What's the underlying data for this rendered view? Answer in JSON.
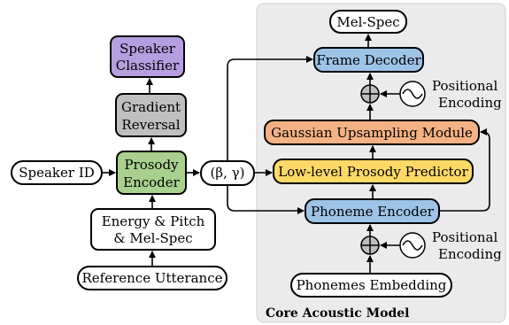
{
  "panel": {
    "label": "Core Acoustic Model"
  },
  "boxes": {
    "speaker_id": "Speaker ID",
    "prosody_encoder": [
      "Prosody",
      "Encoder"
    ],
    "gradient_reversal": [
      "Gradient",
      "Reversal"
    ],
    "speaker_classifier": [
      "Speaker",
      "Classifier"
    ],
    "energy_pitch": [
      "Energy & Pitch",
      "& Mel-Spec"
    ],
    "reference_utterance": "Reference Utterance",
    "beta_gamma": "(β, γ)",
    "mel_spec": "Mel-Spec",
    "frame_decoder": "Frame Decoder",
    "gaussian_upsampling": "Gaussian Upsampling Module",
    "low_level_prosody": "Low-level Prosody Predictor",
    "phoneme_encoder": "Phoneme Encoder",
    "phonemes_embedding": "Phonemes Embedding"
  },
  "positional_encoding": [
    "Positional",
    "Encoding"
  ],
  "colors": {
    "panel_bg": "#ebebeb",
    "prosody_green": "#a9d08e",
    "gray_box": "#bfbfbf",
    "purple_box": "#b69ee0",
    "blue_box": "#9dc3e6",
    "orange_box": "#f4b183",
    "yellow_box": "#ffd966",
    "white_box": "#ffffff"
  }
}
